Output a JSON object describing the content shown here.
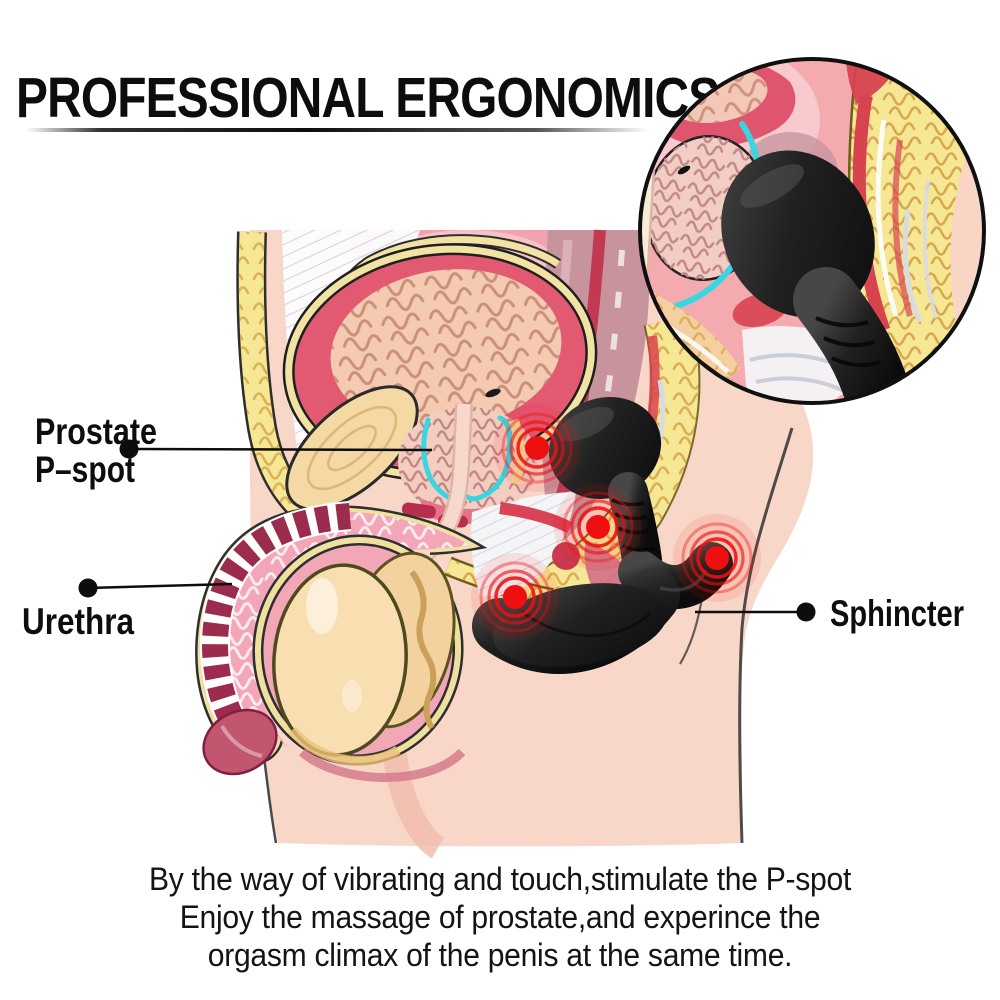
{
  "title": "PROFESSIONAL ERGONOMICS",
  "callouts": {
    "prostate_line1": "Prostate",
    "prostate_line2": "P–spot",
    "urethra": "Urethra",
    "sphincter": "Sphincter"
  },
  "caption": {
    "line1": "By the way of vibrating and touch,stimulate the P-spot",
    "line2": "Enjoy the massage of prostate,and experince the",
    "line3": "orgasm climax of the penis at the same time."
  },
  "colors": {
    "accent_red": "#ee1010",
    "cyan": "#38d6e0",
    "device_dark": "#1d1d1d",
    "skin": "#f8d7c9",
    "fat": "#f6e795",
    "tissue_pink": "#f2a3ad",
    "bladder_rim": "#e25a72",
    "mauve": "#c7939c",
    "spongy_pink": "#f2a6b8",
    "rib_red": "#9c2c4e",
    "bone": "#f5d9a5",
    "testis": "#f8deb0",
    "scrotum": "#f1a7b6",
    "glans": "#c2566e",
    "ink": "#0d0d0d"
  },
  "icons": {
    "vibration_ripple": "concentric red circles marking vibration points",
    "callout_dot": "black leader-line endpoint dot",
    "magnifier_inset": "circular zoomed detail of device against prostate"
  }
}
